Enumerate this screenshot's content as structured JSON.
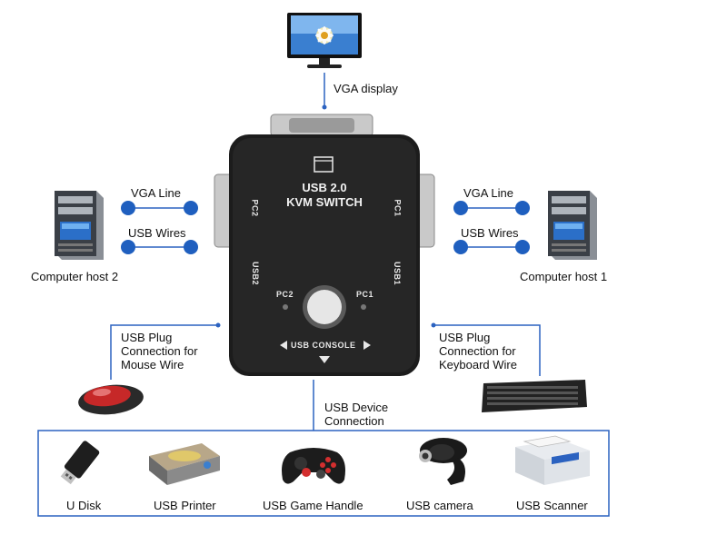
{
  "top": {
    "display_label": "VGA display"
  },
  "kvm": {
    "line1": "USB 2.0",
    "line2": "KVM SWITCH",
    "pc2_side": "PC2",
    "usb2_side": "USB2",
    "pc1_side": "PC1",
    "usb1_side": "USB1",
    "pc2_led": "PC2",
    "pc1_led": "PC1",
    "console": "USB CONSOLE"
  },
  "left_host": {
    "vga_line": "VGA Line",
    "usb_wires": "USB Wires",
    "name": "Computer host 2"
  },
  "right_host": {
    "vga_line": "VGA Line",
    "usb_wires": "USB Wires",
    "name": "Computer host 1"
  },
  "mouse": {
    "label": "USB Plug\nConnection for\nMouse Wire"
  },
  "keyboard": {
    "label": "USB Plug\nConnection for\nKeyboard Wire"
  },
  "device": {
    "label": "USB Device\nConnection"
  },
  "devices": [
    {
      "name": "U Disk",
      "icon": "usb-disk-icon"
    },
    {
      "name": "USB Printer",
      "icon": "printer-icon"
    },
    {
      "name": "USB Game Handle",
      "icon": "gamepad-icon"
    },
    {
      "name": "USB camera",
      "icon": "camera-icon"
    },
    {
      "name": "USB Scanner",
      "icon": "scanner-icon"
    }
  ],
  "colors": {
    "connector": "#1f5fbf",
    "case": "#1c1c1c"
  }
}
